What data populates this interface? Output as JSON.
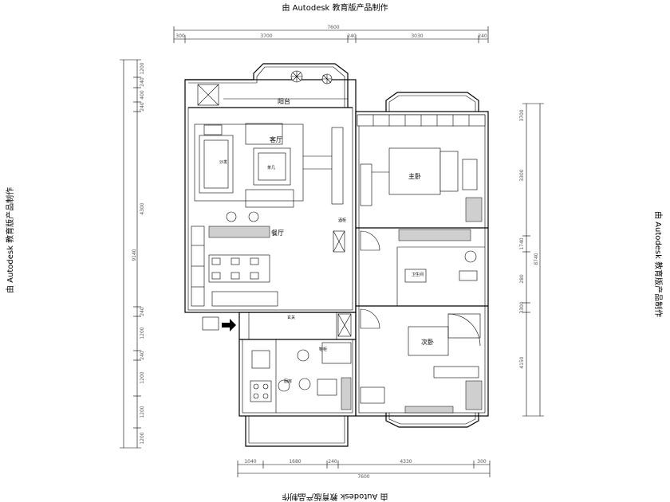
{
  "watermark": "由 Autodesk 教育版产品制作",
  "dimensions": {
    "top_total": "7600",
    "top_segments": [
      "300",
      "3700",
      "240",
      "3030",
      "240"
    ],
    "bottom_total": "7600",
    "bottom_segments": [
      "1040",
      "1680",
      "240",
      "4330",
      "300"
    ],
    "left_total": "9140",
    "left_segments": [
      "1200",
      "240",
      "400",
      "240",
      "4300",
      "240",
      "1200",
      "240",
      "1200",
      "1200",
      "1200"
    ],
    "right_total": "8740",
    "right_segments": [
      "3700",
      "3300",
      "1740",
      "280",
      "3300",
      "4150"
    ]
  },
  "rooms": {
    "balcony": "阳台",
    "living": "客厅",
    "restaurant": "餐厅",
    "master_bedroom": "主卧",
    "bathroom": "卫生间",
    "second_bedroom": "次卧",
    "kitchen": "厨房",
    "entrance": "玄关",
    "shoe_cabinet": "鞋柜",
    "tea_table": "茶几",
    "sofa": "沙发",
    "cabinet": "酒柜"
  }
}
